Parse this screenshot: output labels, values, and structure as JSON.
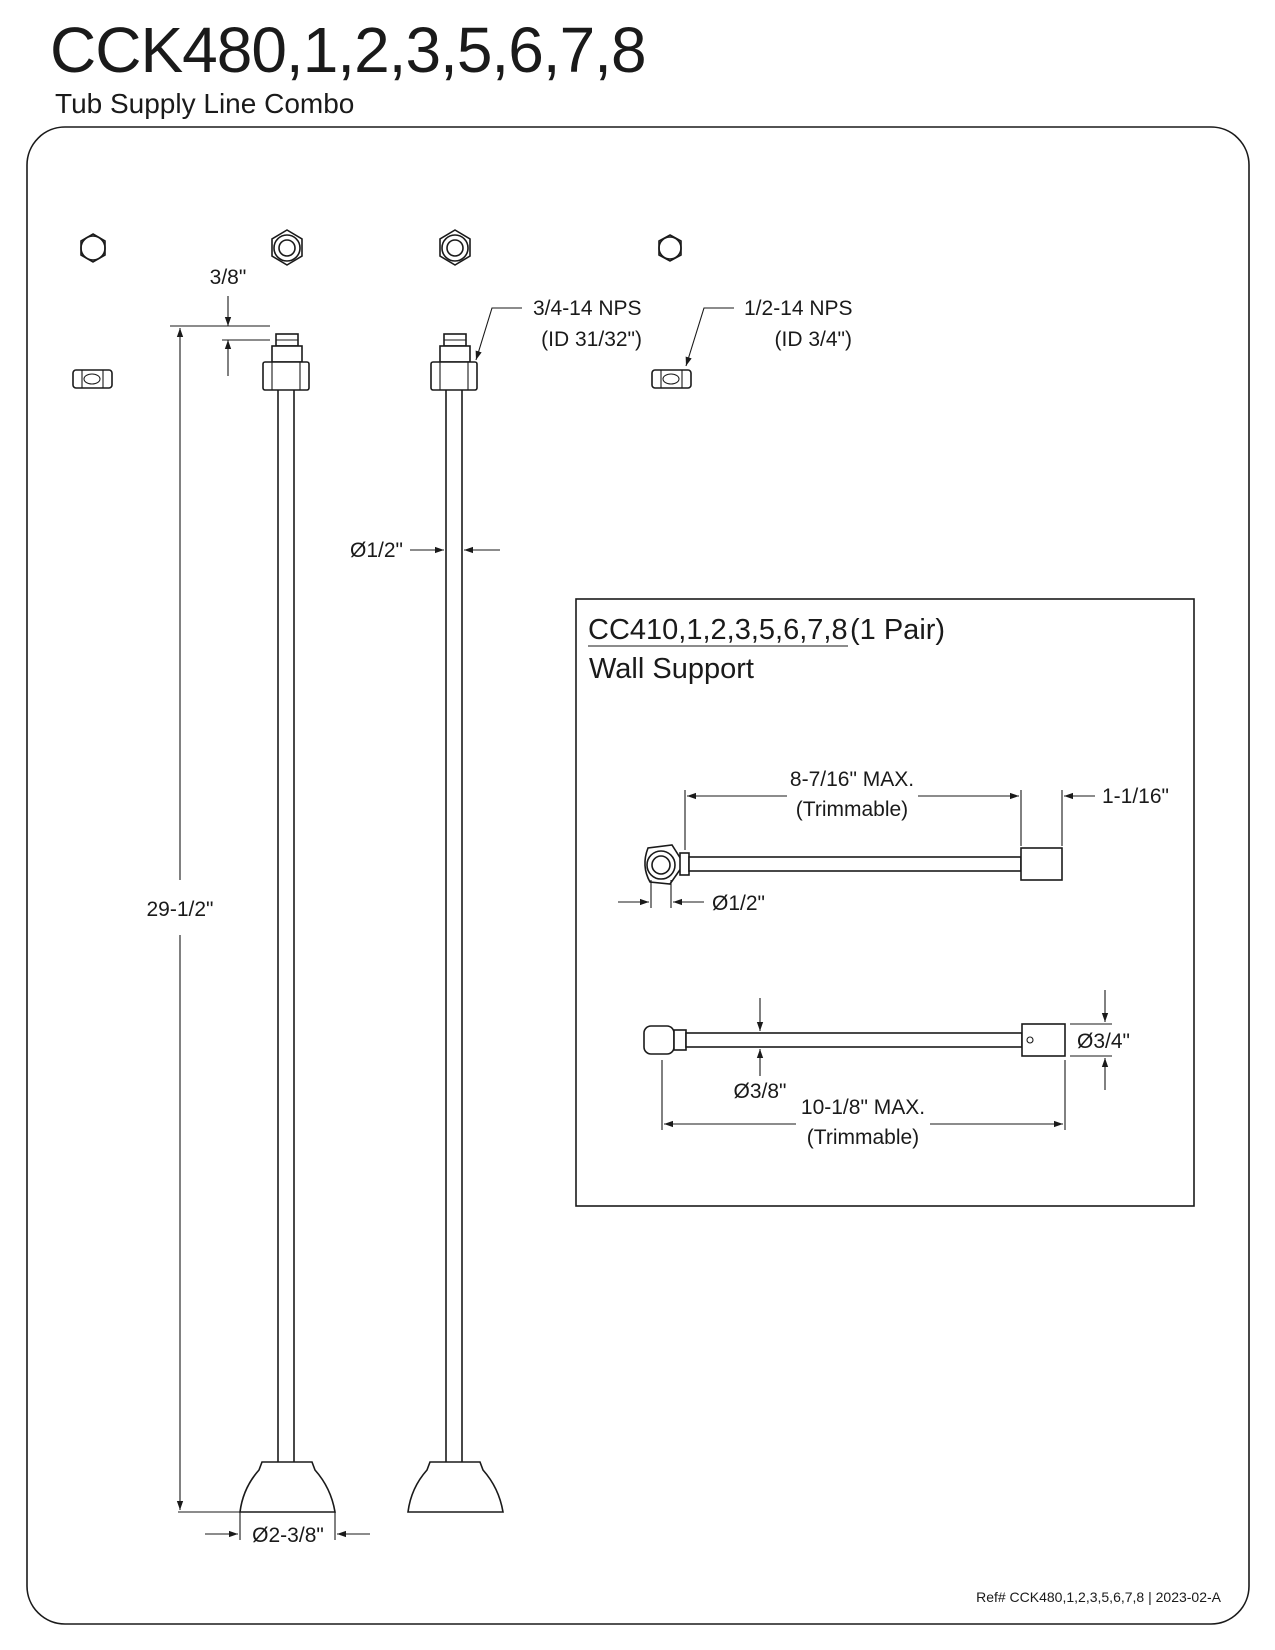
{
  "header": {
    "title": "CCK480,1,2,3,5,6,7,8",
    "subtitle": "Tub Supply Line Combo"
  },
  "supply_line": {
    "dim_3_8": "3/8\"",
    "dim_length": "29-1/2\"",
    "dim_pipe_dia": "Ø1/2\"",
    "dim_base_dia": "Ø2-3/8\"",
    "nps_34_line1": "3/4-14 NPS",
    "nps_34_line2": "(ID 31/32\")",
    "nps_12_line1": "1/2-14 NPS",
    "nps_12_line2": "(ID 3/4\")"
  },
  "wall_support": {
    "heading_code": "CC410,1,2,3,5,6,7,8",
    "heading_qty": "(1 Pair)",
    "heading_name": "Wall Support",
    "dim_top_max": "8-7/16\" MAX.",
    "dim_top_trim": "(Trimmable)",
    "dim_end": "1-1/16\"",
    "dim_ring_dia": "Ø1/2\"",
    "dim_rod_dia": "Ø3/8\"",
    "dim_block_dia": "Ø3/4\"",
    "dim_bottom_max": "10-1/8\" MAX.",
    "dim_bottom_trim": "(Trimmable)"
  },
  "footer": {
    "ref": "Ref# CCK480,1,2,3,5,6,7,8 | 2023-02-A"
  }
}
